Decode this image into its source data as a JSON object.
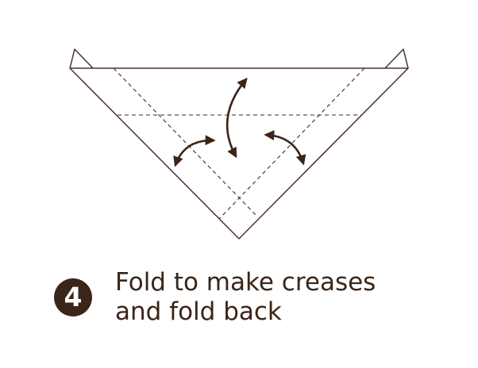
{
  "step": {
    "number": "4",
    "caption_line_1": "Fold to make creases",
    "caption_line_2": "and fold back"
  },
  "colors": {
    "outline": "#4a3040",
    "crease": "#3a2a28",
    "arrow": "#3a2518",
    "badge": "#3a2518",
    "text": "#3a2518"
  },
  "icons": {
    "fold_arrows": "curved-double-arrow-icon"
  }
}
